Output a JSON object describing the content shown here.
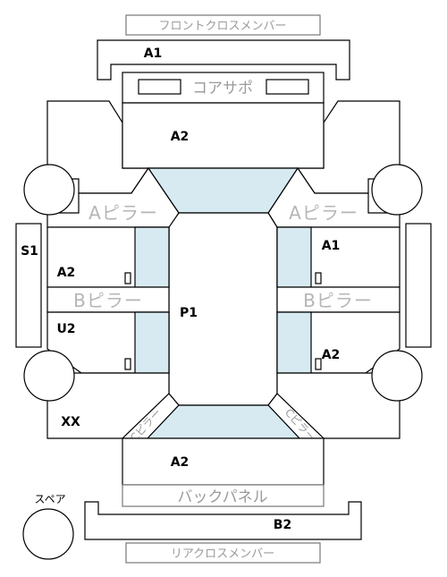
{
  "top": {
    "front_cross_member": "フロントクロスメンバー",
    "core_support": "コアサポ"
  },
  "pillars": {
    "a_pillar_left": "Aピラー",
    "a_pillar_right": "Aピラー",
    "b_pillar_left": "Bピラー",
    "b_pillar_right": "Bピラー",
    "c_pillar_left": "Cピラー",
    "c_pillar_right": "Cピラー"
  },
  "rear": {
    "back_panel": "バックパネル",
    "rear_cross_member": "リアクロスメンバー",
    "spare": "スペア"
  },
  "codes": {
    "a1_top": "A1",
    "a2_hood": "A2",
    "a1_right_door": "A1",
    "s1": "S1",
    "a2_left_door": "A2",
    "p1_roof": "P1",
    "u2_left_rear_door": "U2",
    "a2_right_rear_door": "A2",
    "xx": "XX",
    "a2_trunk": "A2",
    "b2_rear": "B2"
  }
}
